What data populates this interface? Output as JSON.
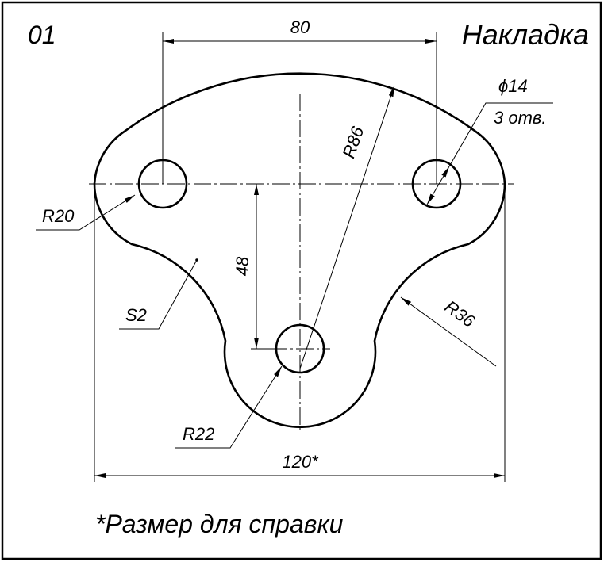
{
  "drawing": {
    "number": "01",
    "title": "Накладка",
    "footnote": "*Размер для справки"
  },
  "dimensions": {
    "hole_spacing": "80",
    "overall_width": "120*",
    "vertical_offset": "48",
    "top_radius": "R86",
    "hole_diameter": "ϕ14",
    "hole_count": "3 отв.",
    "side_radius": "R20",
    "concave_radius": "R36",
    "bottom_radius": "R22",
    "thickness": "S2"
  }
}
